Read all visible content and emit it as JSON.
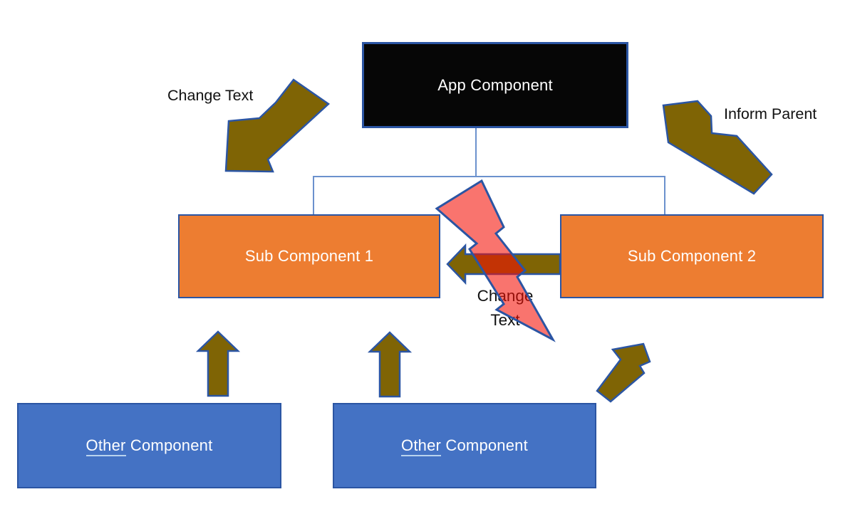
{
  "nodes": {
    "app": {
      "label": "App Component"
    },
    "sub1": {
      "label": "Sub Component 1"
    },
    "sub2": {
      "label": "Sub Component 2"
    },
    "other1": {
      "word_underlined": "Other",
      "word_rest": "Component"
    },
    "other2": {
      "word_underlined": "Other",
      "word_rest": "Component"
    }
  },
  "annotations": {
    "change_text_top": "Change Text",
    "inform_parent": "Inform Parent",
    "change_middle_line1": "Change",
    "change_middle_line2": "Text"
  },
  "colors": {
    "app_fill": "#060606",
    "sub_fill": "#ED7D31",
    "other_fill": "#4472C4",
    "node_border": "#2B55A3",
    "node_text": "#FFFFFF",
    "arrow_fill": "#7F6405",
    "arrow_stroke": "#2B55A3",
    "connector": "#6B91CD",
    "bolt_fill": "#F50F05",
    "bolt_stroke": "#2B55A3",
    "annotation_text": "#111111"
  }
}
